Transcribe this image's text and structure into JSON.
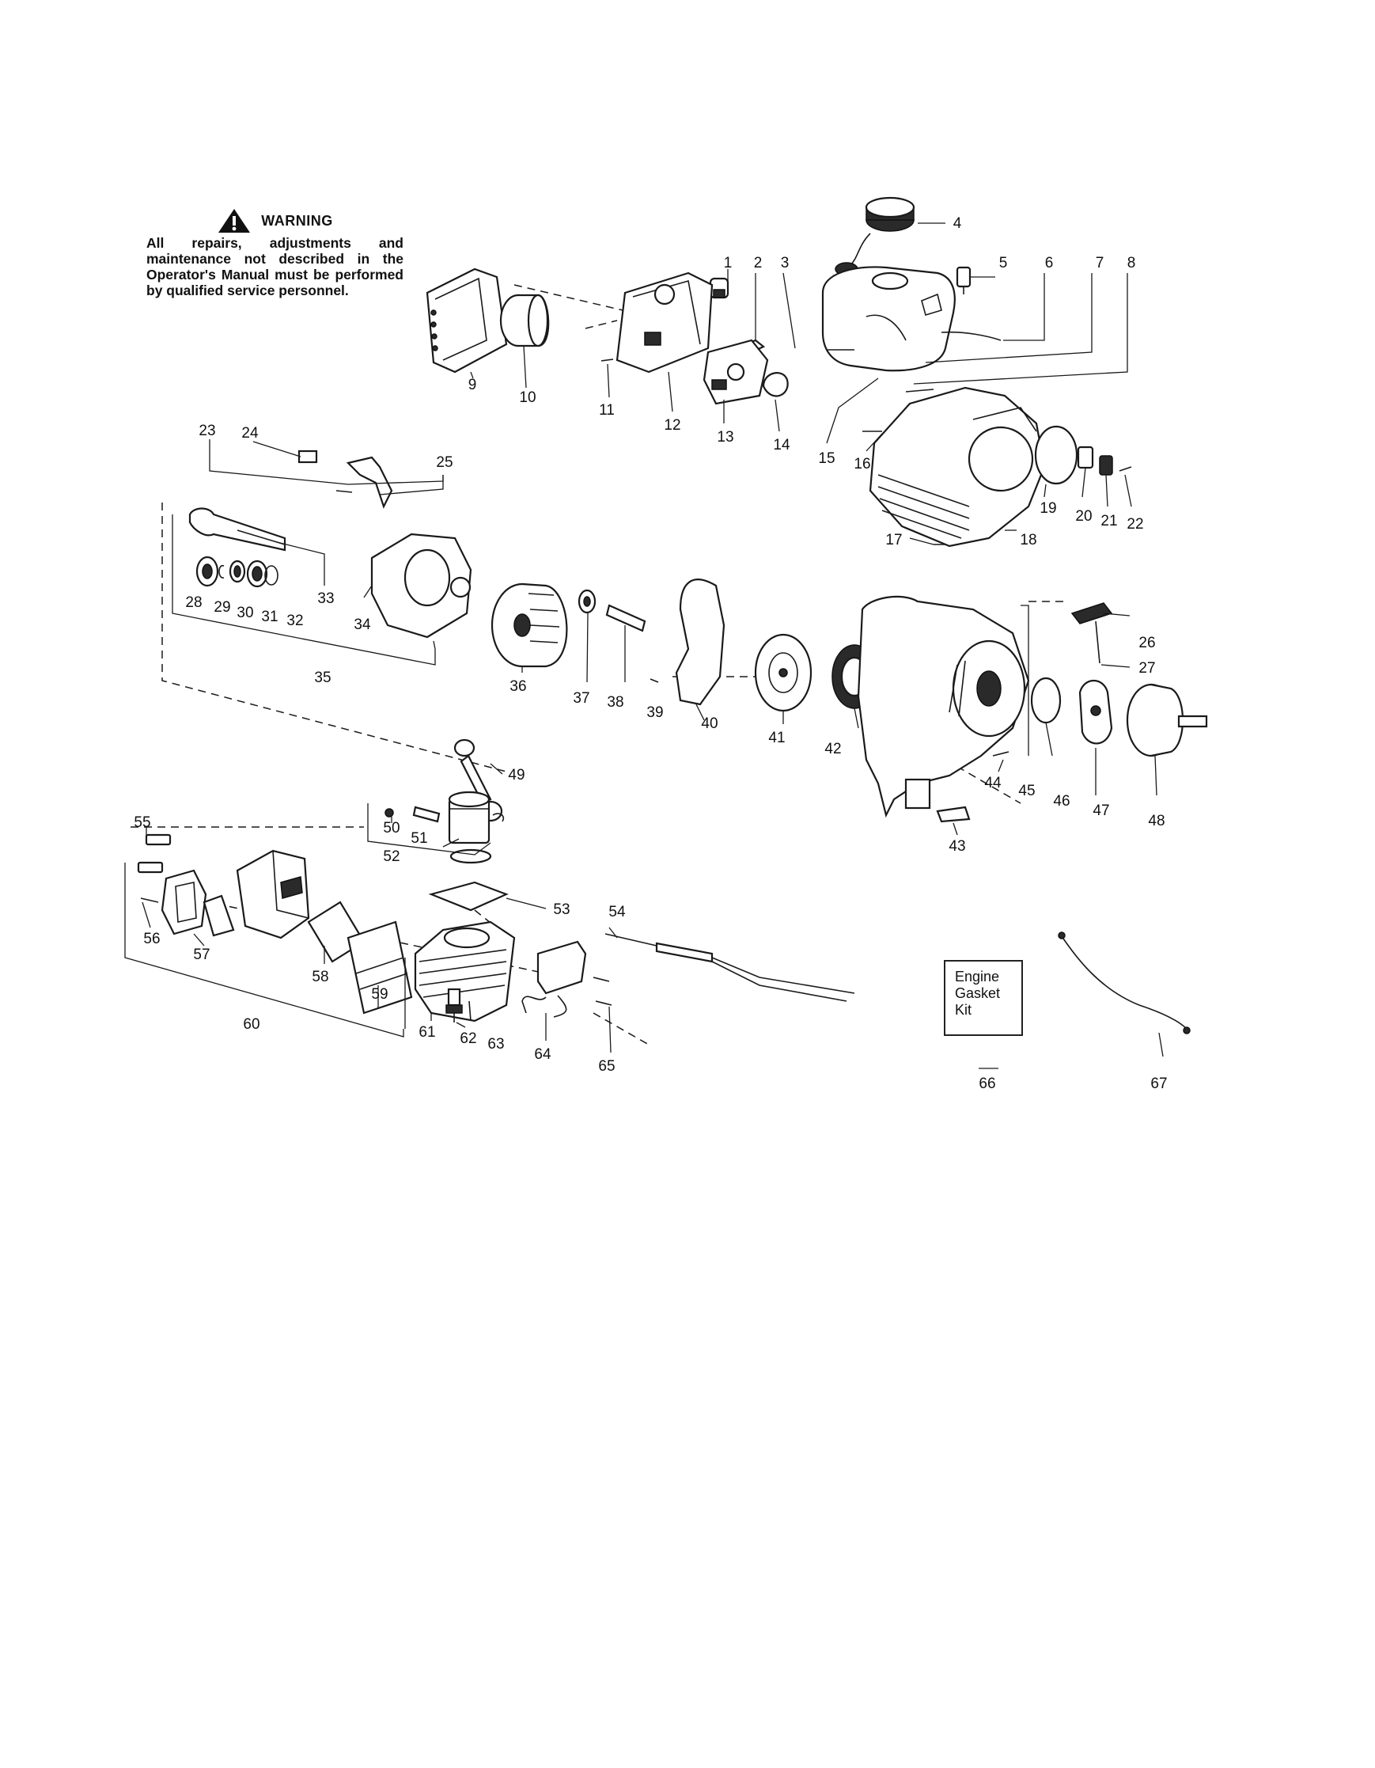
{
  "warning": {
    "heading": "WARNING",
    "text": "All repairs, adjustments and maintenance not described in the Operator's Manual must be performed by qualified service personnel."
  },
  "kit_box": {
    "line1": "Engine",
    "line2": "Gasket",
    "line3": "Kit"
  },
  "part_numbers": [
    "1",
    "2",
    "3",
    "4",
    "5",
    "6",
    "7",
    "8",
    "9",
    "10",
    "11",
    "12",
    "13",
    "14",
    "15",
    "16",
    "17",
    "18",
    "19",
    "20",
    "21",
    "22",
    "23",
    "24",
    "25",
    "26",
    "27",
    "28",
    "29",
    "30",
    "31",
    "32",
    "33",
    "34",
    "35",
    "36",
    "37",
    "38",
    "39",
    "40",
    "41",
    "42",
    "43",
    "44",
    "45",
    "46",
    "47",
    "48",
    "49",
    "50",
    "51",
    "52",
    "53",
    "54",
    "55",
    "56",
    "57",
    "58",
    "59",
    "60",
    "61",
    "62",
    "63",
    "64",
    "65",
    "66",
    "67"
  ],
  "colors": {
    "ink": "#1a1a1a",
    "paper": "#ffffff"
  }
}
